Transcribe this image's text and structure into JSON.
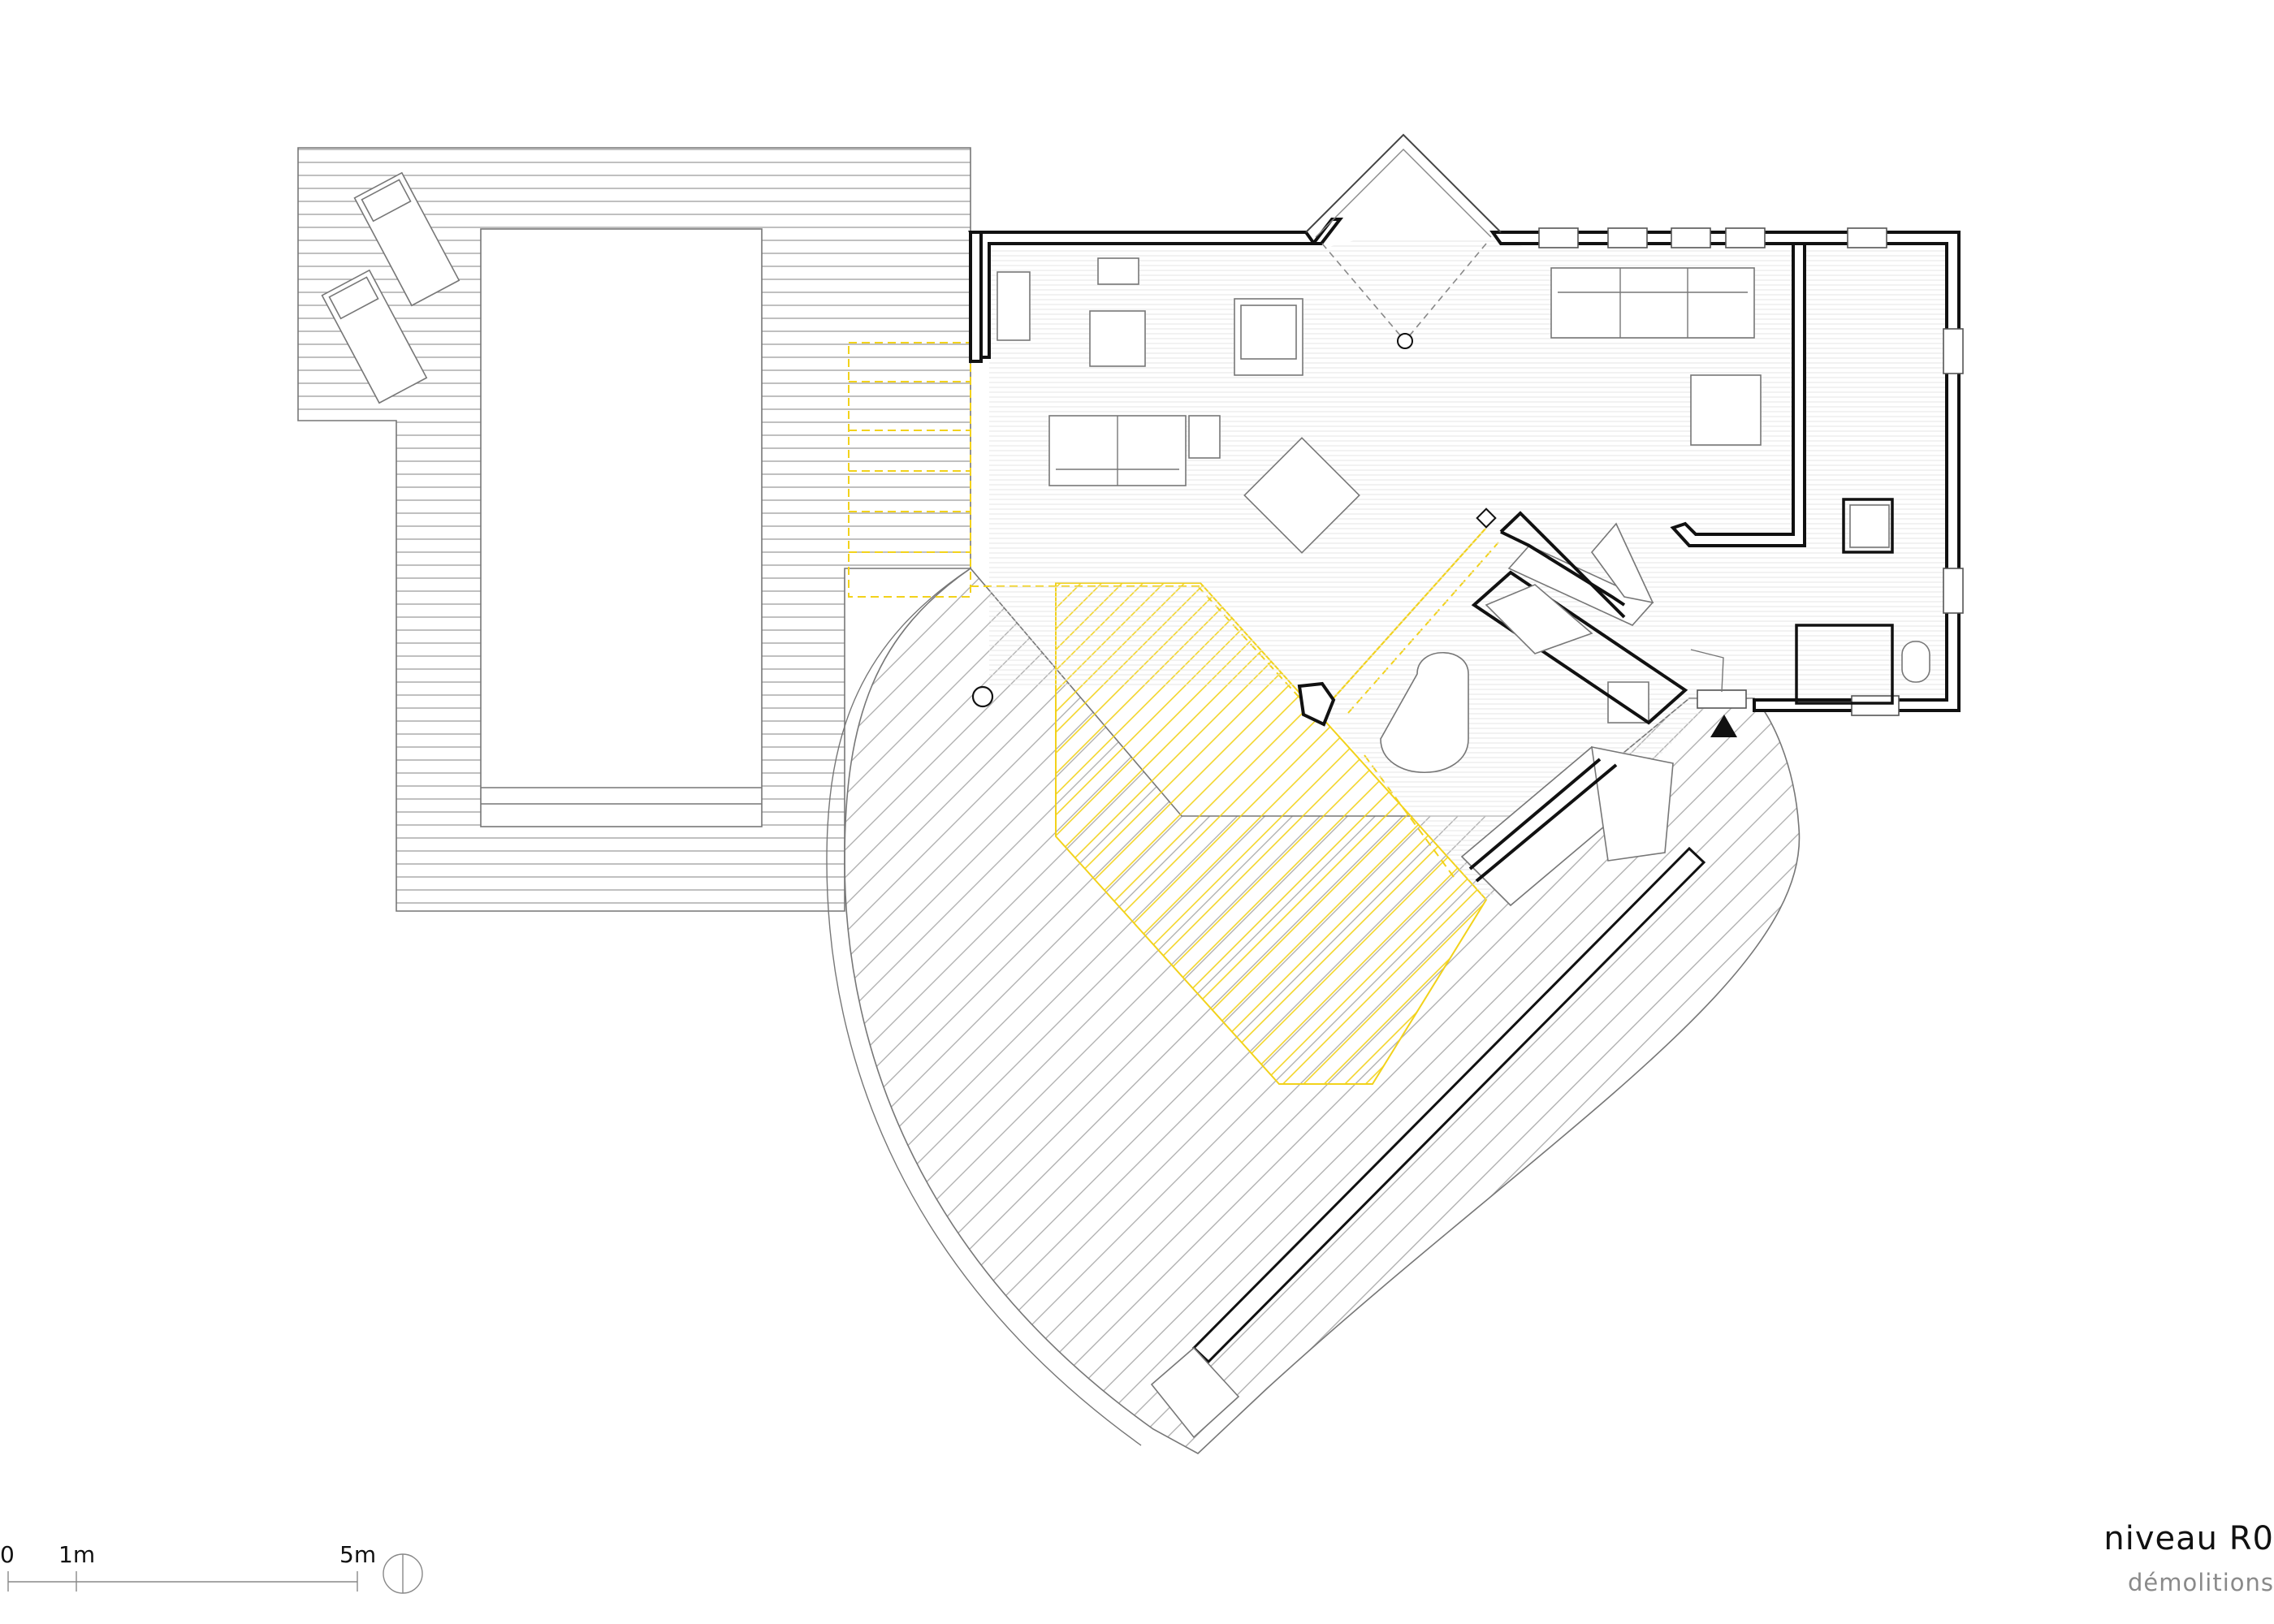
{
  "drawing": {
    "title": "niveau R0",
    "subtitle": "démolitions",
    "accent_color": "#f2d21b",
    "line_color": "#111111",
    "hatch_color": "#9a9a9a"
  },
  "scale_bar": {
    "labels": [
      "0",
      "1m",
      "5m"
    ],
    "icon": "north-circle-icon"
  },
  "entrance_marker": {
    "icon": "entrance-triangle-icon"
  }
}
